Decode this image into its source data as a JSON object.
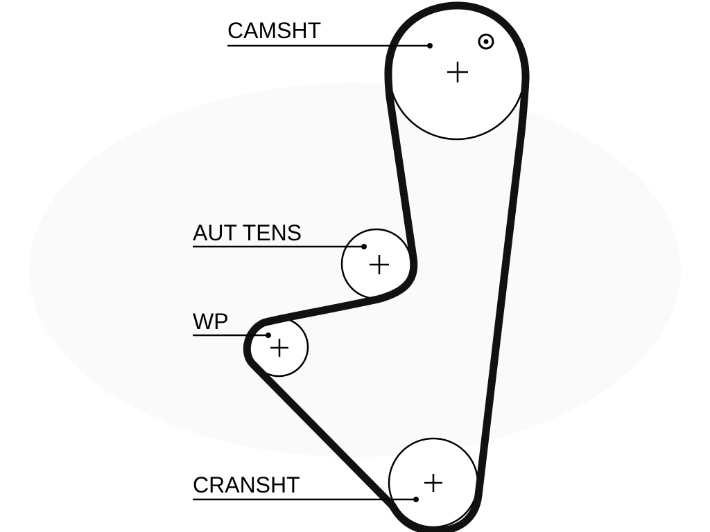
{
  "diagram": {
    "labels": {
      "camshaft": "CAMSHT",
      "auto_tensioner": "AUT TENS",
      "water_pump": "WP",
      "crankshaft": "CRANSHT"
    },
    "colors": {
      "belt": "#111111",
      "pulley_outline": "#000000",
      "background": "#ffffff"
    },
    "icons": {
      "center_mark": "plus",
      "timing_mark": "circled-dot"
    }
  }
}
